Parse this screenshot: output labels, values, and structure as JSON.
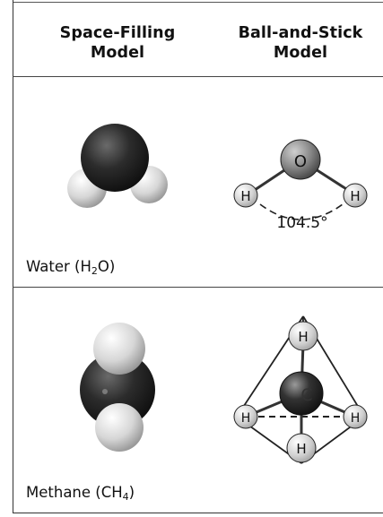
{
  "header": {
    "space_filling_line1": "Space-Filling",
    "space_filling_line2": "Model",
    "ball_stick_line1": "Ball-and-Stick",
    "ball_stick_line2": "Model"
  },
  "rows": [
    {
      "name": "Water",
      "formula_prefix": "Water (H",
      "formula_sub": "2",
      "formula_suffix": "O)",
      "center_atom": "O",
      "outer_atom": "H",
      "bond_angle": "104.5°"
    },
    {
      "name": "Methane",
      "formula_prefix": "Methane (CH",
      "formula_sub": "4",
      "formula_suffix": ")",
      "center_atom": "C",
      "outer_atom": "H"
    }
  ],
  "colors": {
    "oxygen_carbon_atom": "#2a2a2a",
    "hydrogen_atom": "#d8d8d8",
    "rule": "#444444"
  }
}
